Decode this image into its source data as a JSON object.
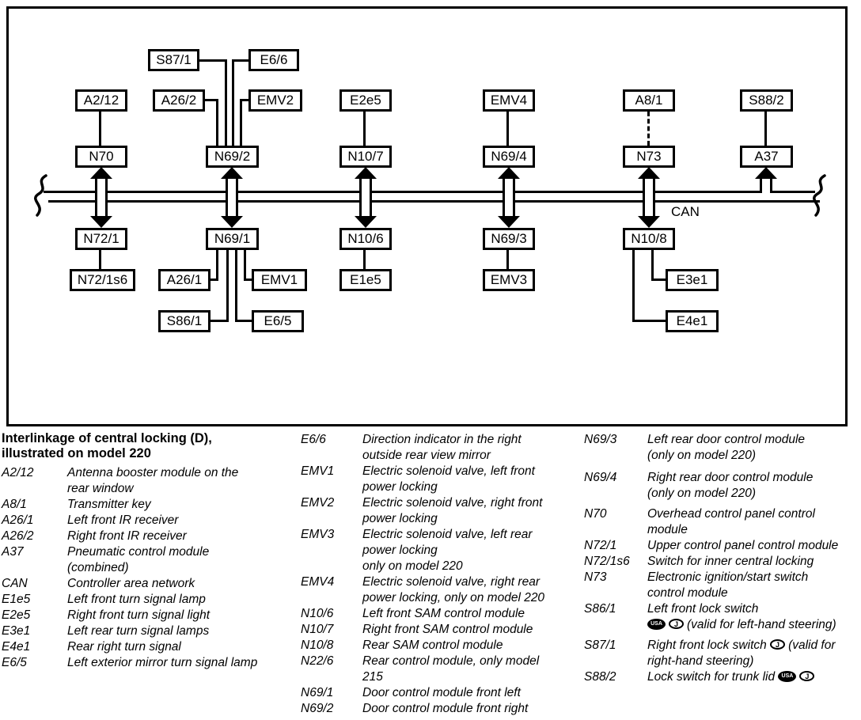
{
  "diagram": {
    "bus_label": "CAN",
    "boxes": {
      "s87_1": "S87/1",
      "e6_6": "E6/6",
      "a2_12": "A2/12",
      "a26_2": "A26/2",
      "emv2": "EMV2",
      "e2e5": "E2e5",
      "emv4": "EMV4",
      "a8_1": "A8/1",
      "s88_2": "S88/2",
      "n70": "N70",
      "n69_2": "N69/2",
      "n10_7": "N10/7",
      "n69_4": "N69/4",
      "n73": "N73",
      "a37": "A37",
      "n72_1": "N72/1",
      "n69_1": "N69/1",
      "n10_6": "N10/6",
      "n69_3": "N69/3",
      "n10_8": "N10/8",
      "n72_1s6": "N72/1s6",
      "a26_1": "A26/1",
      "emv1": "EMV1",
      "e1e5": "E1e5",
      "emv3": "EMV3",
      "e3e1": "E3e1",
      "s86_1": "S86/1",
      "e6_5": "E6/5",
      "e4e1": "E4e1"
    }
  },
  "legend": {
    "title_line1": "Interlinkage of central locking (D),",
    "title_line2": "illustrated on model 220",
    "badges": {
      "usa": "USA",
      "j": "J"
    },
    "columns": [
      {
        "entries": [
          {
            "label": "A2/12",
            "lines": [
              "Antenna booster module on the",
              "rear window"
            ]
          },
          {
            "label": "A8/1",
            "lines": [
              "Transmitter key"
            ]
          },
          {
            "label": "A26/1",
            "lines": [
              "Left front IR receiver"
            ]
          },
          {
            "label": "A26/2",
            "lines": [
              "Right front IR receiver"
            ]
          },
          {
            "label": "A37",
            "lines": [
              "Pneumatic control module",
              "(combined)"
            ]
          },
          {
            "label": "CAN",
            "lines": [
              "Controller area network"
            ]
          },
          {
            "label": "E1e5",
            "lines": [
              "Left front turn signal lamp"
            ]
          },
          {
            "label": "E2e5",
            "lines": [
              "Right front turn signal light"
            ]
          },
          {
            "label": "E3e1",
            "lines": [
              "Left rear turn signal lamps"
            ]
          },
          {
            "label": "E4e1",
            "lines": [
              "Rear right turn signal"
            ]
          },
          {
            "label": "E6/5",
            "lines": [
              "Left exterior mirror turn signal lamp"
            ]
          }
        ]
      },
      {
        "entries": [
          {
            "label": "E6/6",
            "lines": [
              "Direction indicator in the right",
              "outside rear view mirror"
            ]
          },
          {
            "label": "EMV1",
            "lines": [
              "Electric solenoid valve, left front",
              "power locking"
            ]
          },
          {
            "label": "EMV2",
            "lines": [
              "Electric solenoid valve, right front",
              "power locking"
            ]
          },
          {
            "label": "EMV3",
            "lines": [
              "Electric solenoid valve, left rear",
              "power locking",
              "only on model 220"
            ]
          },
          {
            "label": "EMV4",
            "lines": [
              "Electric solenoid valve, right rear",
              "power locking, only on model 220"
            ]
          },
          {
            "label": "N10/6",
            "lines": [
              "Left front SAM control module"
            ]
          },
          {
            "label": "N10/7",
            "lines": [
              "Right front SAM control module"
            ]
          },
          {
            "label": "N10/8",
            "lines": [
              "Rear SAM control module"
            ]
          },
          {
            "label": "N22/6",
            "lines": [
              "Rear control module, only model",
              "215"
            ]
          },
          {
            "label": "N69/1",
            "lines": [
              "Door control module front left"
            ]
          },
          {
            "label": "N69/2",
            "lines": [
              "Door control module front right"
            ]
          }
        ]
      },
      {
        "entries": [
          {
            "label": "N69/3",
            "lines": [
              "Left rear door control module",
              "(only on model 220)"
            ]
          },
          {
            "label": "N69/4",
            "lines": [
              "Right rear door control module",
              "(only on model 220)"
            ]
          },
          {
            "label": "N70",
            "lines": [
              "Overhead control panel control",
              "module"
            ]
          },
          {
            "label": "N72/1",
            "lines": [
              "Upper control panel control module"
            ]
          },
          {
            "label": "N72/1s6",
            "lines": [
              "Switch for inner central locking"
            ]
          },
          {
            "label": "N73",
            "lines": [
              "Electronic ignition/start switch",
              "control module"
            ]
          },
          {
            "label": "S86/1",
            "lines": [
              "Left front lock switch",
              [
                {
                  "badge": "usa"
                },
                {
                  "badge": "j"
                },
                "(valid for left-hand steering)"
              ]
            ]
          },
          {
            "label": "S87/1",
            "lines": [
              [
                "Right front lock switch ",
                {
                  "badge": "j"
                },
                "(valid for"
              ],
              "right-hand steering)"
            ]
          },
          {
            "label": "S88/2",
            "lines": [
              [
                "Lock switch for trunk lid ",
                {
                  "badge": "usa"
                },
                {
                  "badge": "j"
                }
              ]
            ]
          }
        ]
      }
    ]
  }
}
